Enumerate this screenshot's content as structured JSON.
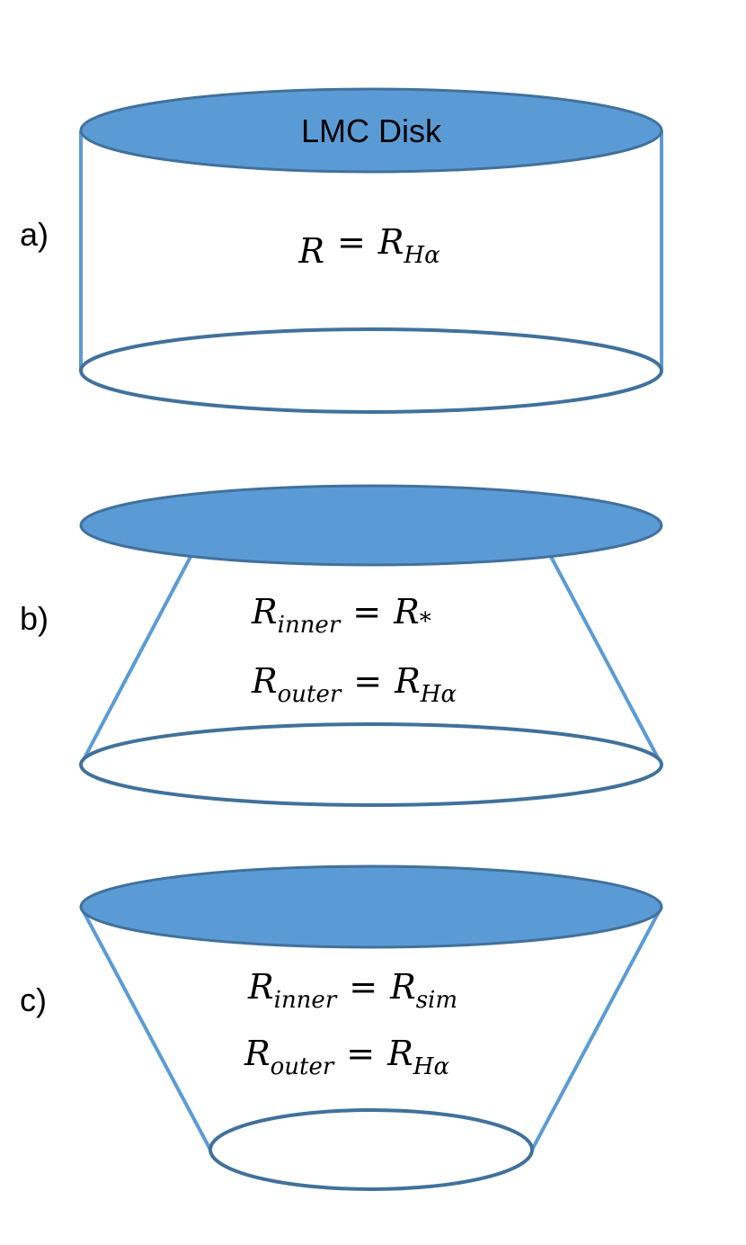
{
  "colors": {
    "disk_fill": "#5b9bd5",
    "disk_edge": "#41719c",
    "side_line": "#5b9bd5",
    "text": "#000000"
  },
  "panels": [
    {
      "panel_label": "a)",
      "shape": "cylinder",
      "top_label": "LMC Disk",
      "equations": [
        {
          "lhs": "R",
          "lhs_sub": "",
          "op": "=",
          "rhs": "R",
          "rhs_sub": "Hα"
        }
      ]
    },
    {
      "panel_label": "b)",
      "shape": "frustum-outward",
      "top_label": "",
      "equations": [
        {
          "lhs": "R",
          "lhs_sub": "inner",
          "op": "=",
          "rhs": "R",
          "rhs_sub": "*"
        },
        {
          "lhs": "R",
          "lhs_sub": "outer",
          "op": "=",
          "rhs": "R",
          "rhs_sub": "Hα"
        }
      ]
    },
    {
      "panel_label": "c)",
      "shape": "frustum-inward",
      "top_label": "",
      "equations": [
        {
          "lhs": "R",
          "lhs_sub": "inner",
          "op": "=",
          "rhs": "R",
          "rhs_sub": "sim"
        },
        {
          "lhs": "R",
          "lhs_sub": "outer",
          "op": "=",
          "rhs": "R",
          "rhs_sub": "Hα"
        }
      ]
    }
  ]
}
